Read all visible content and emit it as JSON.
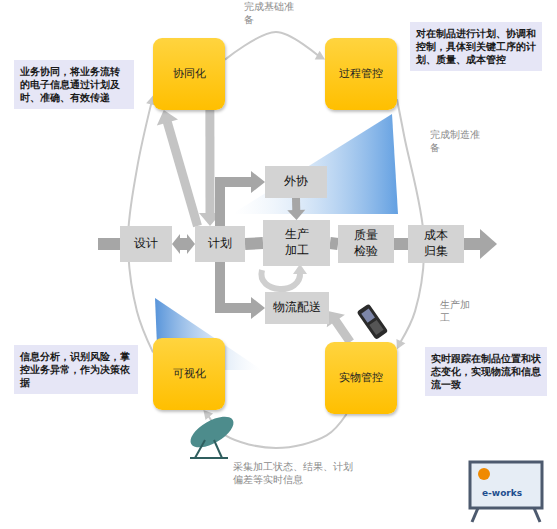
{
  "diagram": {
    "nodes": [
      {
        "text": [
          "业务协同，将业务流转的电子信息通过计划及时、准确、有效传递"
        ]
      },
      {
        "text": [
          "协同化"
        ]
      },
      {
        "text": [
          "过程管控"
        ]
      },
      {
        "text": [
          "对在制品进行计划、协调和控制，具体到关键工序的计划、质量、成本管控"
        ]
      },
      {
        "text": [
          "外协"
        ]
      },
      {
        "text": [
          "设计"
        ]
      },
      {
        "text": [
          "计划"
        ]
      },
      {
        "text": [
          "生产加工"
        ]
      },
      {
        "text": [
          "质量检验"
        ]
      },
      {
        "text": [
          "成本归集"
        ]
      },
      {
        "text": [
          "物流配送"
        ]
      },
      {
        "text": [
          "信息分析，识别风险，掌控业务异常，作为决策依据"
        ]
      },
      {
        "text": [
          "可视化"
        ]
      },
      {
        "text": [
          "实物管控"
        ]
      },
      {
        "text": [
          "实时跟踪在制品位置和状态变化，实现物流和信息流一致"
        ]
      }
    ],
    "edges": [
      {
        "from": 1,
        "to": 2,
        "arrow": "to",
        "label": "完成基础准备"
      },
      {
        "from": 2,
        "to": 13,
        "arrow": "to",
        "label": "完成制造准备"
      },
      {
        "from": 13,
        "to": 12,
        "arrow": "to",
        "label": "采集加工状态、结果、计划偏差等实时信息"
      },
      {
        "from": 12,
        "to": 1,
        "arrow": "to"
      },
      {
        "from": 1,
        "to": 6,
        "arrow": "to"
      },
      {
        "from": 6,
        "to": 1,
        "arrow": "to"
      },
      {
        "from": 5,
        "to": 6,
        "arrow": "both"
      },
      {
        "from": 6,
        "to": 7,
        "arrow": "none"
      },
      {
        "from": 7,
        "to": 8,
        "arrow": "none"
      },
      {
        "from": 8,
        "to": 9,
        "arrow": "none"
      },
      {
        "from": 6,
        "to": 4,
        "arrow": "to"
      },
      {
        "from": 4,
        "to": 7,
        "arrow": "to"
      },
      {
        "from": 6,
        "to": 10,
        "arrow": "to"
      },
      {
        "from": 13,
        "to": 10,
        "arrow": "to"
      }
    ],
    "labels": [
      "生产加工",
      "e-works"
    ]
  }
}
